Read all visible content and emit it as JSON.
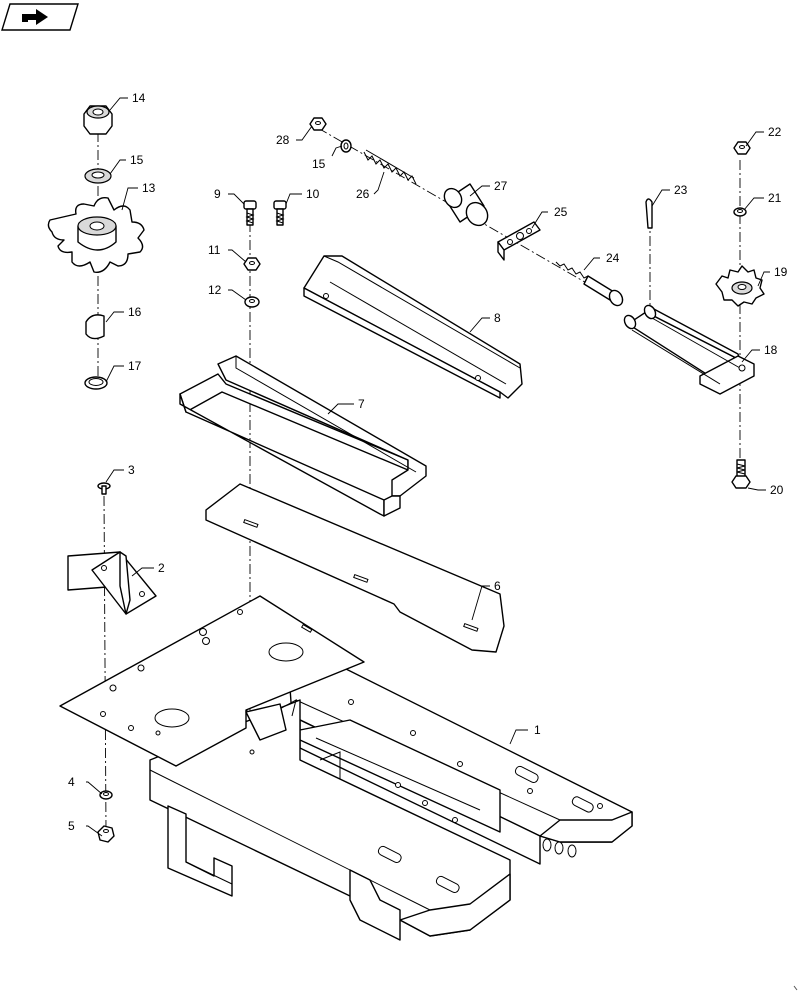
{
  "nav_icon": {
    "name": "back-arrow-icon"
  },
  "callouts": [
    {
      "id": "1",
      "text": "1"
    },
    {
      "id": "2",
      "text": "2"
    },
    {
      "id": "3",
      "text": "3"
    },
    {
      "id": "4",
      "text": "4"
    },
    {
      "id": "5",
      "text": "5"
    },
    {
      "id": "6",
      "text": "6"
    },
    {
      "id": "7",
      "text": "7"
    },
    {
      "id": "8",
      "text": "8"
    },
    {
      "id": "9",
      "text": "9"
    },
    {
      "id": "10",
      "text": "10"
    },
    {
      "id": "11",
      "text": "11"
    },
    {
      "id": "12",
      "text": "12"
    },
    {
      "id": "13",
      "text": "13"
    },
    {
      "id": "14",
      "text": "14"
    },
    {
      "id": "15a",
      "text": "15"
    },
    {
      "id": "15b",
      "text": "15"
    },
    {
      "id": "16",
      "text": "16"
    },
    {
      "id": "17",
      "text": "17"
    },
    {
      "id": "18",
      "text": "18"
    },
    {
      "id": "19",
      "text": "19"
    },
    {
      "id": "20",
      "text": "20"
    },
    {
      "id": "21",
      "text": "21"
    },
    {
      "id": "22",
      "text": "22"
    },
    {
      "id": "23",
      "text": "23"
    },
    {
      "id": "24",
      "text": "24"
    },
    {
      "id": "25",
      "text": "25"
    },
    {
      "id": "26",
      "text": "26"
    },
    {
      "id": "27",
      "text": "27"
    },
    {
      "id": "28",
      "text": "28"
    }
  ]
}
